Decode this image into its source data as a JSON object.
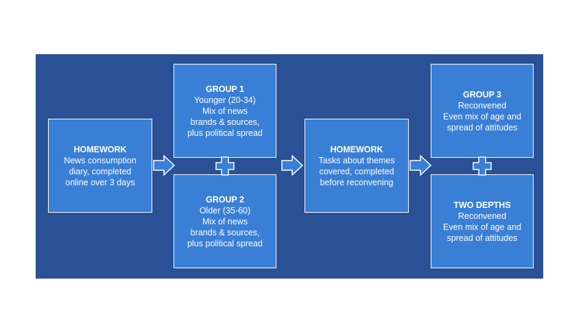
{
  "boxes": {
    "homework1": {
      "title": "HOMEWORK",
      "lines": [
        "News consumption",
        "diary, completed",
        "online over 3 days"
      ]
    },
    "group1": {
      "title": "GROUP 1",
      "lines": [
        "Younger (20-34)",
        "Mix of news",
        "brands & sources,",
        "plus political spread"
      ]
    },
    "group2": {
      "title": "GROUP 2",
      "lines": [
        "Older (35-60)",
        "Mix of news",
        "brands & sources,",
        "plus political spread"
      ]
    },
    "homework2": {
      "title": "HOMEWORK",
      "lines": [
        "Tasks about themes",
        "covered, completed",
        "before reconvening"
      ]
    },
    "group3": {
      "title": "GROUP 3",
      "lines": [
        "Reconvened",
        "Even mix of age and",
        "spread of attitudes"
      ]
    },
    "twodepths": {
      "title": "TWO DEPTHS",
      "lines": [
        "Reconvened",
        "Even mix of age and",
        "spread of attitudes"
      ]
    }
  },
  "colors": {
    "panel": "#2a5096",
    "box": "#3a7fd6",
    "outline": "#ffffff"
  },
  "icons": [
    "arrow-right-icon",
    "plus-icon"
  ]
}
